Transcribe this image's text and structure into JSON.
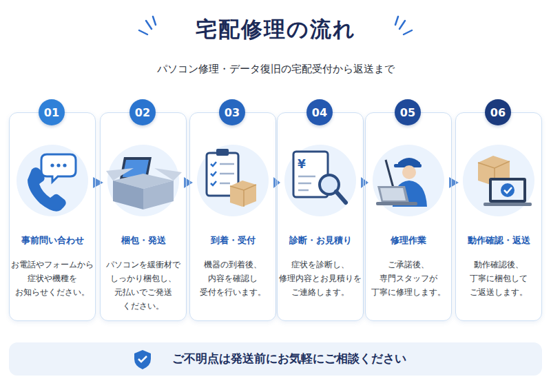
{
  "diagram": {
    "title": "宅配修理の流れ",
    "nodes": [
      {
        "text": [
          "事前問い合わせ",
          "お電話やフォームから 症状や機種を お知らせください。"
        ]
      },
      {
        "text": [
          "01"
        ],
        "in": 0
      },
      {
        "text": [
          "梱包・発送",
          "パソコンを緩衝材で しっかり梱包し、 元払いでご発送 ください。"
        ]
      },
      {
        "text": [
          "02"
        ],
        "in": 2
      },
      {
        "text": [
          "到着・受付",
          "機器の到着後、 内容を確認し 受付を行います。"
        ]
      },
      {
        "text": [
          "03"
        ],
        "in": 4
      },
      {
        "text": [
          "診断・お見積り",
          "症状を診断し、 修理内容とお見積りを ご連絡します。"
        ]
      },
      {
        "text": [
          "04"
        ],
        "in": 6
      },
      {
        "text": [
          "修理作業",
          "ご承諾後、 専門スタッフが 丁寧に修理します。"
        ]
      },
      {
        "text": [
          "05"
        ],
        "in": 8
      },
      {
        "text": [
          "動作確認・返送",
          "動作確認後、 丁寧に梱包して ご返送します。"
        ]
      },
      {
        "text": [
          "06"
        ],
        "in": 10
      },
      {
        "text": [
          "ご不明点は発送前にお気軽にご相談ください"
        ]
      }
    ],
    "edges": [
      {
        "from": 0,
        "to": 2,
        "arrow": "to"
      },
      {
        "from": 2,
        "to": 4,
        "arrow": "to"
      },
      {
        "from": 4,
        "to": 6,
        "arrow": "to"
      },
      {
        "from": 6,
        "to": 8,
        "arrow": "to"
      },
      {
        "from": 8,
        "to": 10,
        "arrow": "to"
      }
    ],
    "labels": [
      "パソコン修理・データ復旧の宅配受付から返送まで",
      "¥"
    ]
  }
}
